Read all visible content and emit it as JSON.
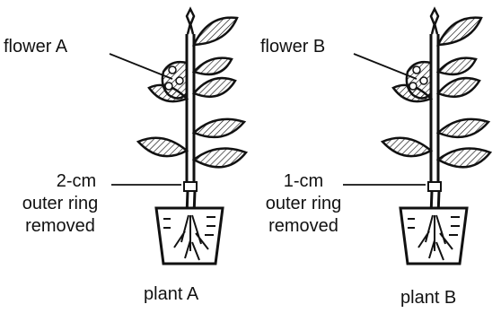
{
  "labels": {
    "flower_a": "flower A",
    "flower_b": "flower B",
    "ring_a": [
      "2-cm",
      "outer ring",
      "removed"
    ],
    "ring_b": [
      "1-cm",
      "outer ring",
      "removed"
    ],
    "plant_a": "plant A",
    "plant_b": "plant B"
  },
  "colors": {
    "ink": "#111111",
    "paper": "#ffffff"
  }
}
